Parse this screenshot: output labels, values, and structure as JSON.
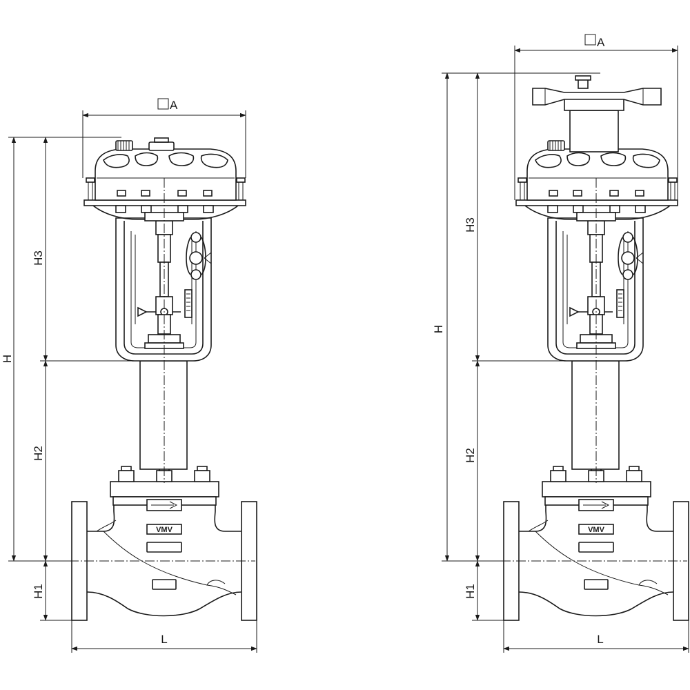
{
  "dimensions": {
    "width_label": "A",
    "total_height_label": "H",
    "body_height_label": "H1",
    "extension_height_label": "H2",
    "actuator_height_label": "H3",
    "face_to_face_label": "L"
  },
  "views": [
    {
      "variant": "actuator-without-handwheel",
      "logo_text": "VMV"
    },
    {
      "variant": "actuator-with-handwheel",
      "logo_text": "VMV"
    }
  ]
}
